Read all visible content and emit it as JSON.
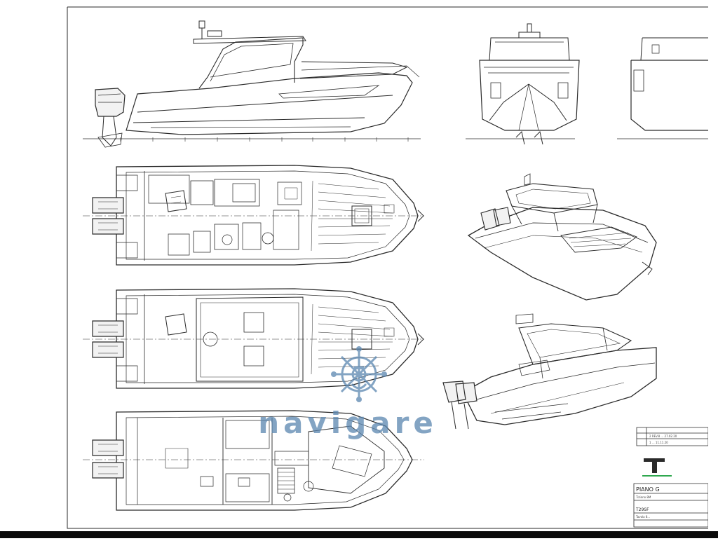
{
  "watermark": {
    "text": "navigare",
    "color": "#5a86b0"
  },
  "title_block": {
    "rev_rows": [
      "2  REV.8 ...  27.02.20",
      "1  ...  11.11.20"
    ],
    "logo_letter": "T",
    "project_label": "PIANO G",
    "project_sub": "Tiziano 8M",
    "model_label": "T29SF",
    "drawing_no": "Tavola 8..."
  },
  "colors": {
    "line": "#2a2a2a",
    "light": "#8a8a8a",
    "paper": "#ffffff",
    "logo_green": "#2fa84f"
  }
}
